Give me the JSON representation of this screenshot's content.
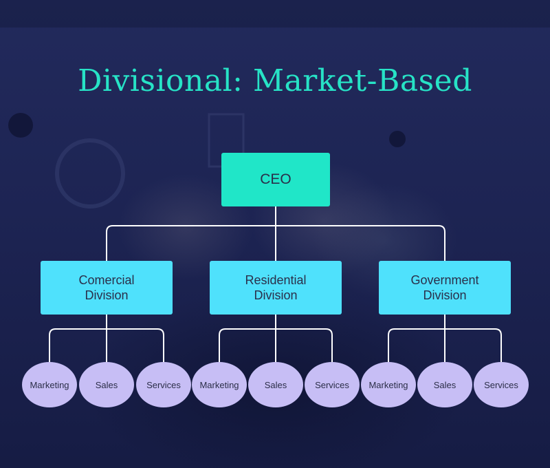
{
  "title": "Divisional: Market-Based",
  "ceo": {
    "label": "CEO"
  },
  "divisions": [
    {
      "label": "Comercial\nDivision",
      "departments": [
        "Marketing",
        "Sales",
        "Services"
      ]
    },
    {
      "label": "Residential\nDivision",
      "departments": [
        "Marketing",
        "Sales",
        "Services"
      ]
    },
    {
      "label": "Government\nDivision",
      "departments": [
        "Marketing",
        "Sales",
        "Services"
      ]
    }
  ],
  "colors": {
    "title": "#27e3c6",
    "ceo_box": "#20e6c8",
    "division_box": "#4fe1fc",
    "department_node": "#c7bef5",
    "connector": "#ffffff",
    "background": "#1c2250"
  }
}
